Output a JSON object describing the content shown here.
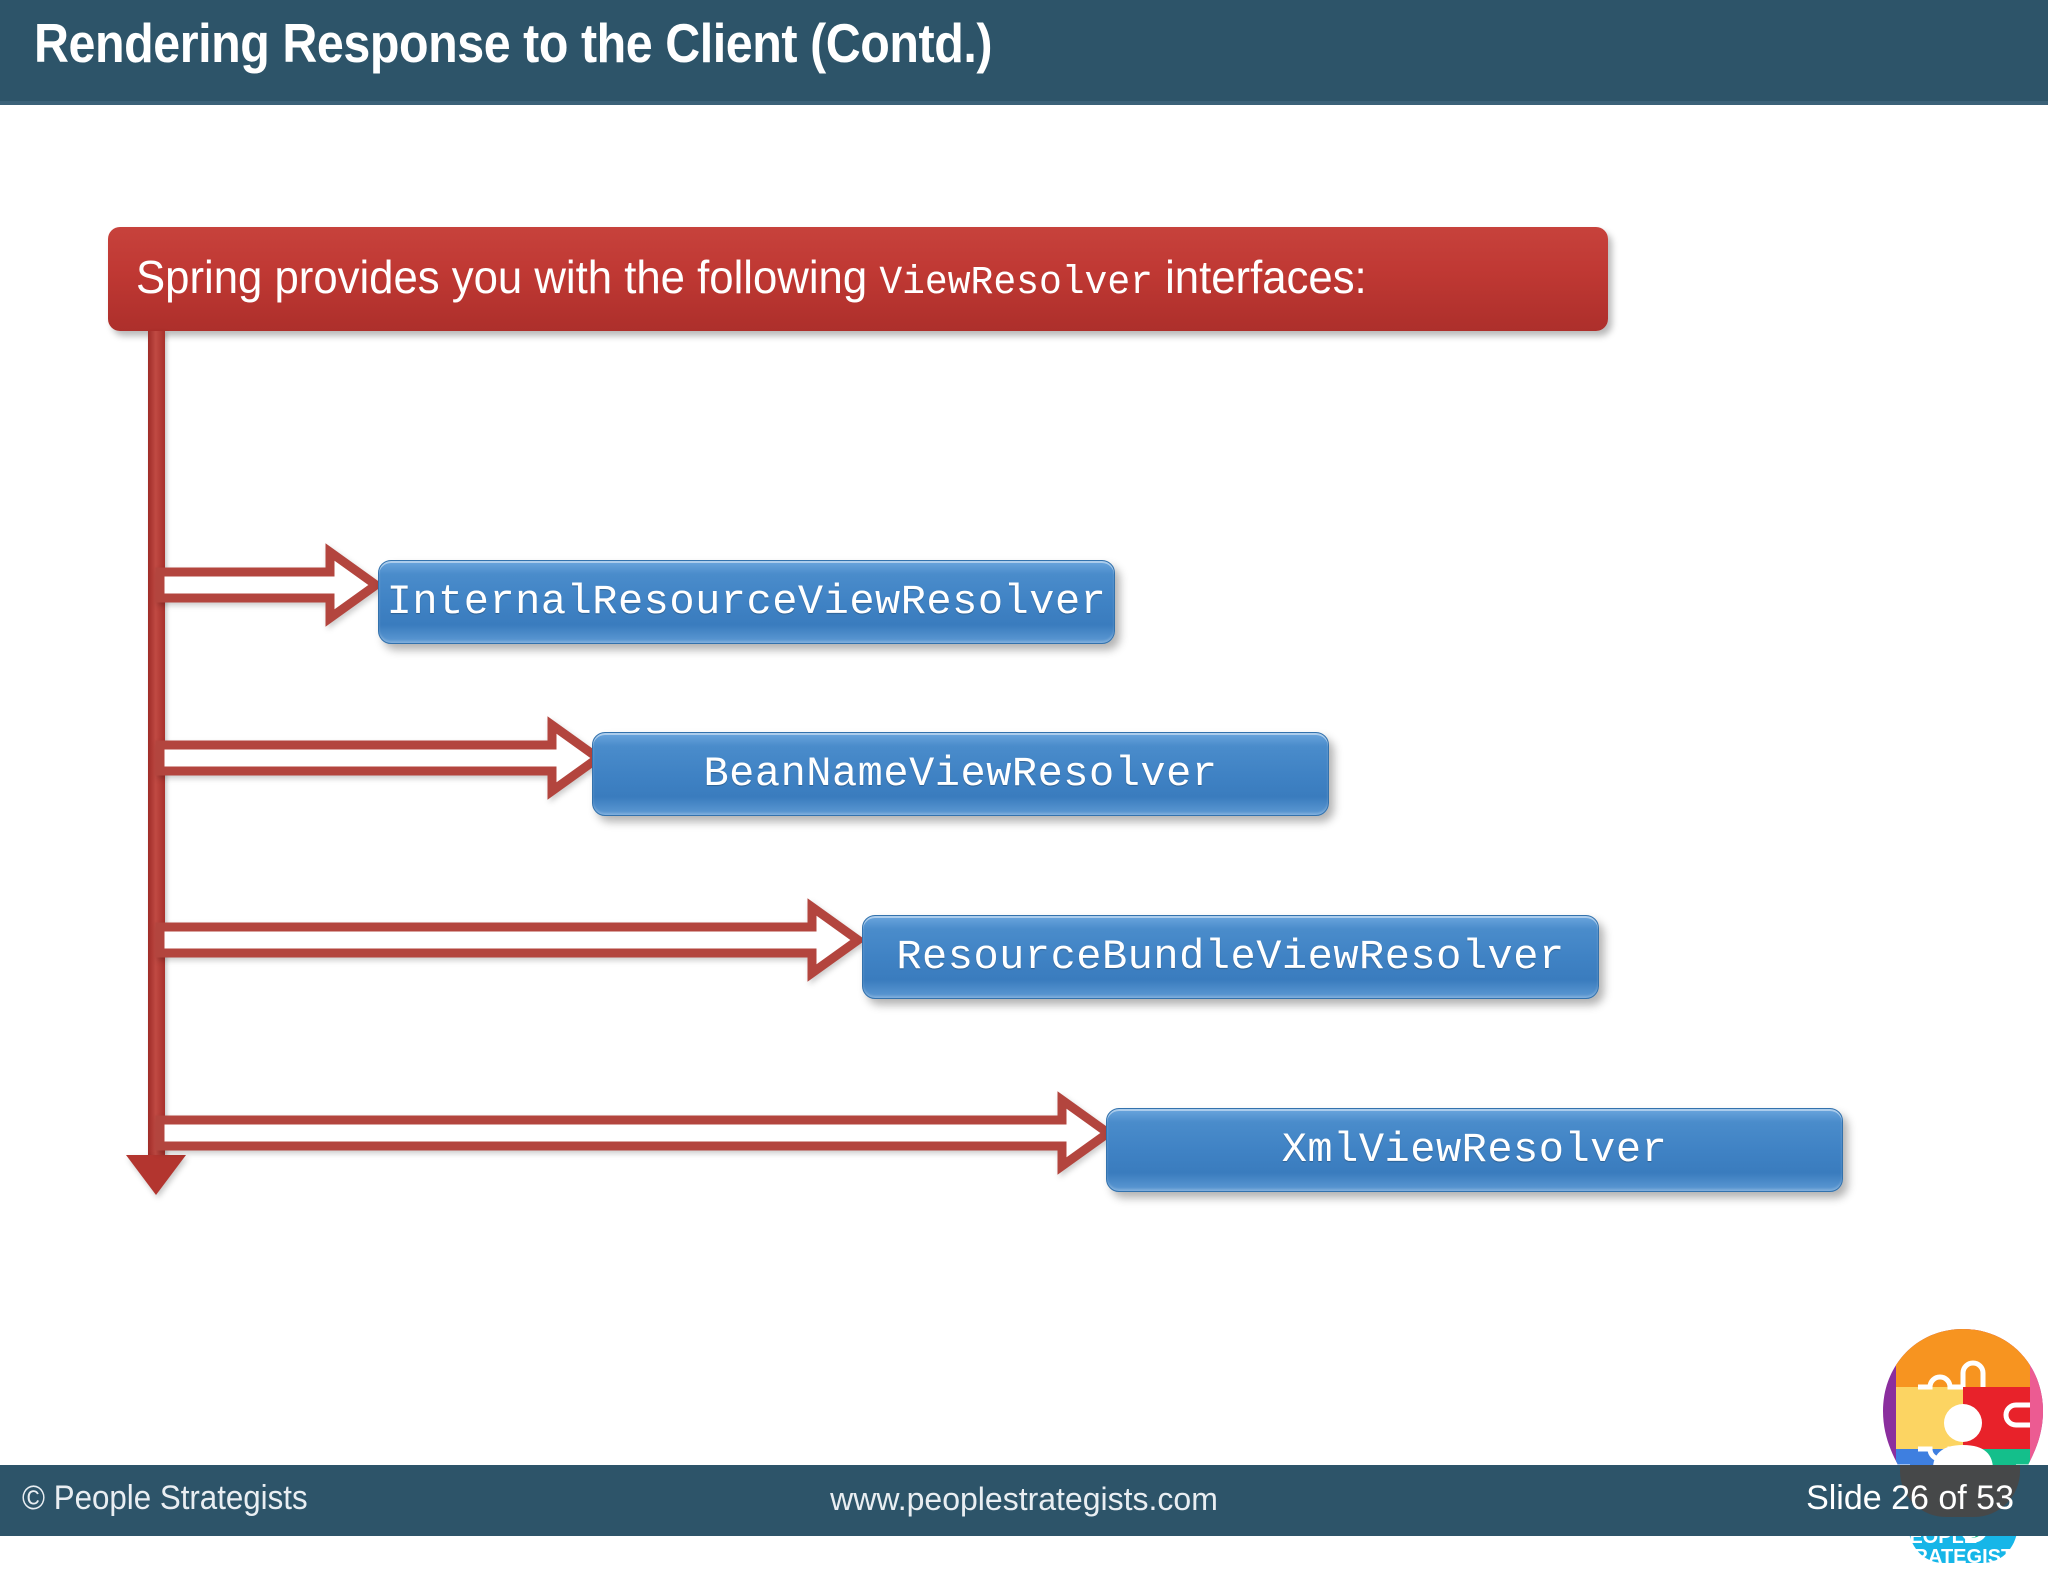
{
  "slide": {
    "title": "Rendering Response to the Client (Contd.)",
    "banner": {
      "text_before": "Spring provides you with the following ",
      "mono_term": "ViewResolver",
      "text_after": " interfaces:",
      "color": "#bf3833"
    },
    "items": [
      {
        "label": "InternalResourceViewResolver"
      },
      {
        "label": "BeanNameViewResolver"
      },
      {
        "label": "ResourceBundleViewResolver"
      },
      {
        "label": "XmlViewResolver"
      }
    ],
    "box_color": "#3f82c4",
    "connector_color": "#b3352f"
  },
  "logo": {
    "line1": "PEOPLE",
    "line2": "STRATEGISTS",
    "colors": {
      "orange": "#F79420",
      "yellow": "#FCD462",
      "red": "#E8222A",
      "pink": "#EC5B92",
      "blue": "#3E7FE0",
      "teal": "#14BF8B",
      "purple": "#8B2E9E",
      "cyan": "#16B6E8"
    }
  },
  "footer": {
    "left": "© People Strategists",
    "center": "www.peoplestrategists.com",
    "right": "Slide 26 of 53",
    "background": "#2d5469"
  }
}
